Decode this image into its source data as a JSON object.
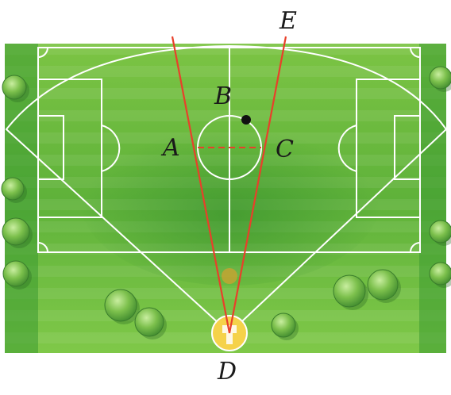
{
  "labels": {
    "A": "A",
    "B": "B",
    "C": "C",
    "D": "D",
    "E": "E"
  },
  "colors": {
    "grass_light": "#8dd04f",
    "grass_dark": "#3f9a2e",
    "field_lines": "#ffffff",
    "sight_lines": "#e8402a",
    "ball": "#111111",
    "post": "#f2c230"
  },
  "icons": {
    "tree": "tree-icon",
    "ball": "ball-icon",
    "camera_post": "camera-post-icon"
  }
}
